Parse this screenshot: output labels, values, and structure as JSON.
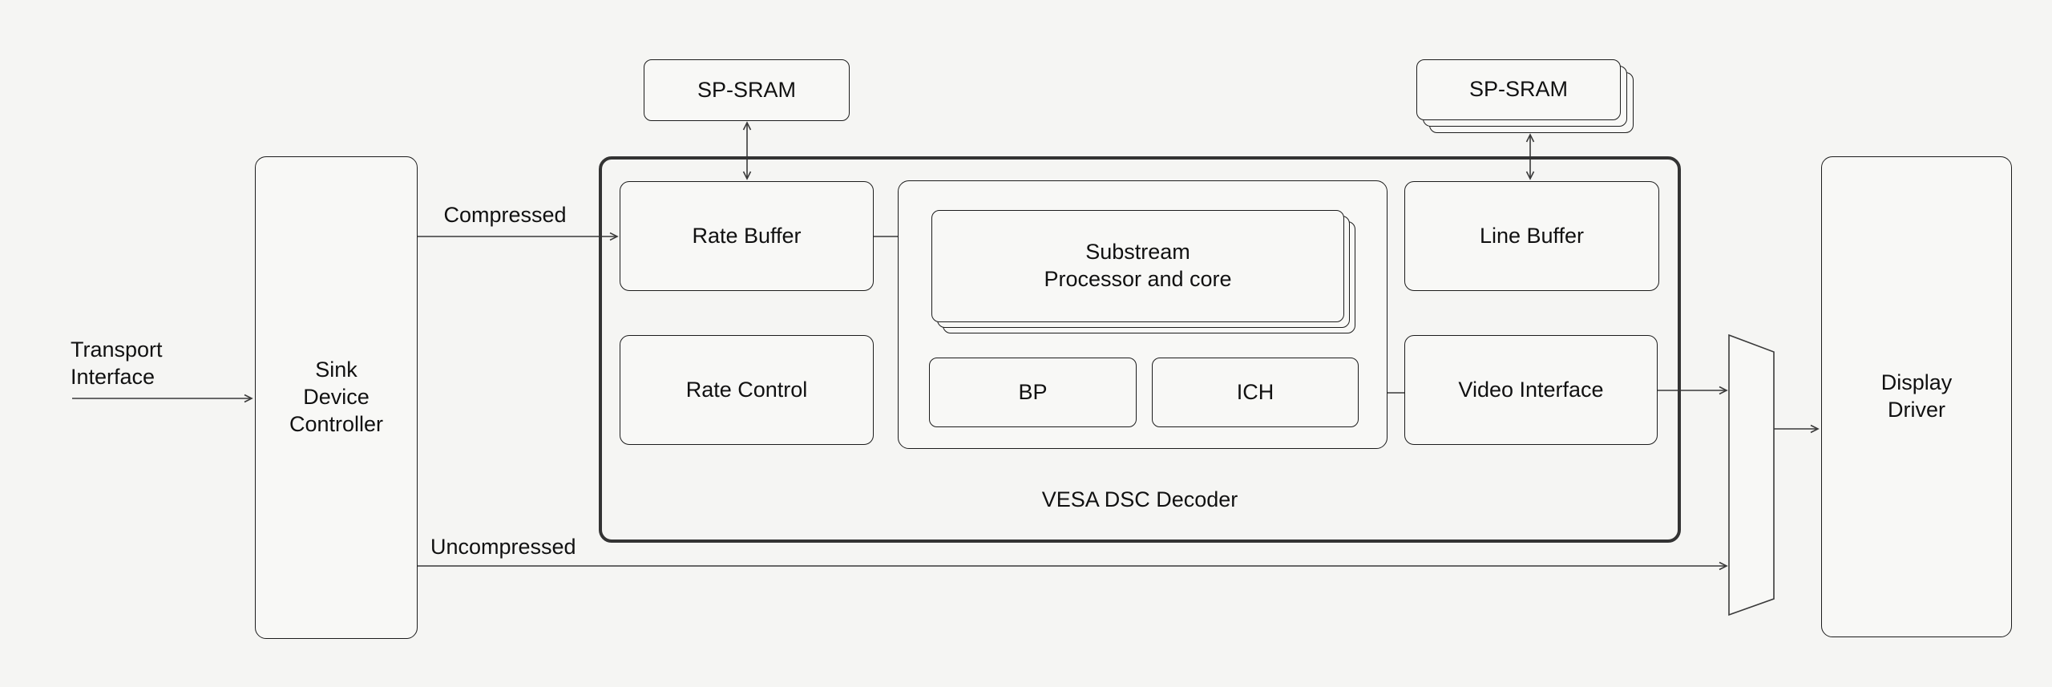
{
  "diagram": {
    "nodes": {
      "sink": "Sink\nDevice\nController",
      "sp_sram_left": "SP-SRAM",
      "sp_sram_right": "SP-SRAM",
      "rate_buffer": "Rate Buffer",
      "rate_control": "Rate Control",
      "substream": "Substream\nProcessor and core",
      "bp": "BP",
      "ich": "ICH",
      "line_buffer": "Line Buffer",
      "video_interface": "Video Interface",
      "display_driver": "Display\nDriver",
      "decoder_label": "VESA DSC Decoder"
    },
    "edge_labels": {
      "transport_interface": "Transport\nInterface",
      "compressed": "Compressed",
      "uncompressed": "Uncompressed"
    },
    "colors": {
      "bg": "#f5f5f3",
      "fill": "#f8f8f6",
      "border": "#1c1c1c",
      "thick": "#333333",
      "line": "#3a3a3a",
      "text": "#111111"
    }
  }
}
